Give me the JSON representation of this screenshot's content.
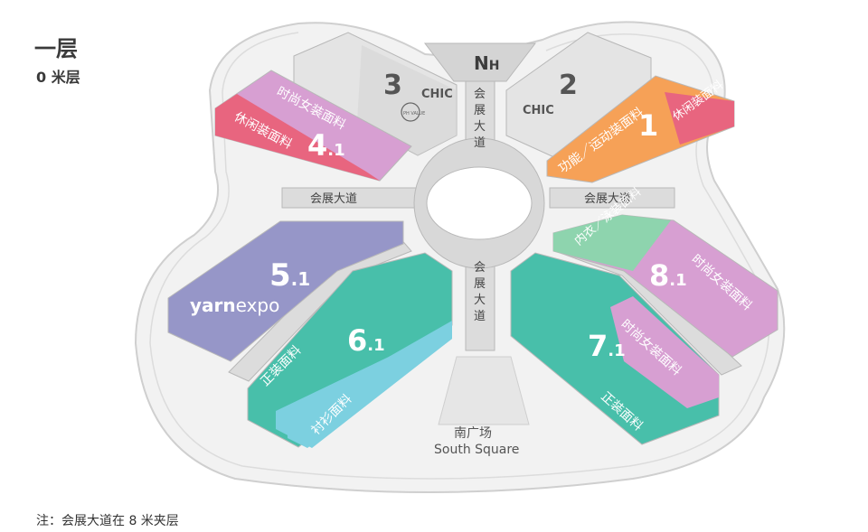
{
  "floor": {
    "title": "一层",
    "subtitle": "0 米层"
  },
  "note": "注：会展大道在 8 米夹层",
  "north": {
    "letter": "N",
    "suffix": "H"
  },
  "avenue": "会展大道",
  "avenue_vertical": [
    "会",
    "展",
    "大",
    "道"
  ],
  "south_square": {
    "cn": "南广场",
    "en": "South Square"
  },
  "halls": {
    "h3": {
      "number": "3",
      "brand": "CHIC",
      "logo": "PH VALUE"
    },
    "h2": {
      "number": "2",
      "brand": "CHIC"
    },
    "h41": {
      "number_main": "4",
      "number_sub": ".1",
      "zones": [
        "时尚女装面料",
        "休闲装面料"
      ]
    },
    "h1": {
      "number": "1",
      "zones": [
        "功能／运动装面料",
        "休闲装面料"
      ]
    },
    "h51": {
      "number_main": "5",
      "number_sub": ".1",
      "brand_bold": "yarn",
      "brand_light": "expo"
    },
    "h61": {
      "number_main": "6",
      "number_sub": ".1",
      "zones": [
        "正装面料",
        "衬衫面料"
      ]
    },
    "h71": {
      "number_main": "7",
      "number_sub": ".1",
      "zones": [
        "时尚女装面料",
        "正装面料"
      ]
    },
    "h81": {
      "number_main": "8",
      "number_sub": ".1",
      "zones": [
        "内衣／泳装面料",
        "时尚女装面料"
      ]
    }
  },
  "colors": {
    "pink": "#e8657f",
    "lilac": "#d79fd2",
    "orange": "#f6a157",
    "purple": "#9696c8",
    "teal": "#48bfaa",
    "sky": "#7cd0e0",
    "mint": "#8ed4ae",
    "gray_hall": "#e4e4e4",
    "outline": "#c8c8c8"
  }
}
